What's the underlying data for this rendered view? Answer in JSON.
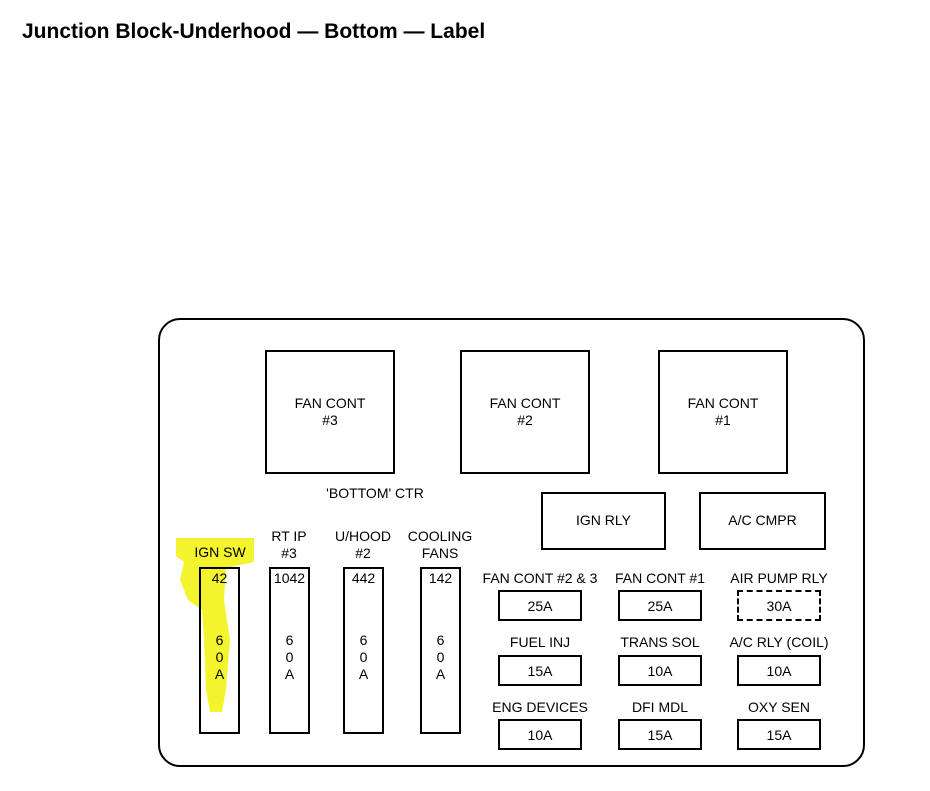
{
  "title": "Junction Block-Underhood — Bottom — Label",
  "relays": [
    {
      "line1": "FAN CONT",
      "line2": "#3"
    },
    {
      "line1": "FAN CONT",
      "line2": "#2"
    },
    {
      "line1": "FAN CONT",
      "line2": "#1"
    }
  ],
  "ctr_label": "'BOTTOM' CTR",
  "small_relays": [
    {
      "label": "IGN RLY"
    },
    {
      "label": "A/C CMPR"
    }
  ],
  "maxi_fuses": [
    {
      "label_line1": "IGN SW",
      "label_line2": "",
      "code": "42",
      "rating": [
        "6",
        "0",
        "A"
      ]
    },
    {
      "label_line1": "RT IP",
      "label_line2": "#3",
      "code": "1042",
      "rating": [
        "6",
        "0",
        "A"
      ]
    },
    {
      "label_line1": "U/HOOD",
      "label_line2": "#2",
      "code": "442",
      "rating": [
        "6",
        "0",
        "A"
      ]
    },
    {
      "label_line1": "COOLING",
      "label_line2": "FANS",
      "code": "142",
      "rating": [
        "6",
        "0",
        "A"
      ]
    }
  ],
  "mini_fuses": [
    {
      "label": "FAN CONT #2 & 3",
      "value": "25A"
    },
    {
      "label": "FAN CONT #1",
      "value": "25A"
    },
    {
      "label": "AIR PUMP RLY",
      "value": "30A"
    },
    {
      "label": "FUEL INJ",
      "value": "15A"
    },
    {
      "label": "TRANS SOL",
      "value": "10A"
    },
    {
      "label": "A/C RLY (COIL)",
      "value": "10A"
    },
    {
      "label": "ENG DEVICES",
      "value": "10A"
    },
    {
      "label": "DFI MDL",
      "value": "15A"
    },
    {
      "label": "OXY SEN",
      "value": "15A"
    }
  ],
  "colors": {
    "highlight": "#f2f200",
    "ink": "#000000",
    "background": "#ffffff"
  }
}
